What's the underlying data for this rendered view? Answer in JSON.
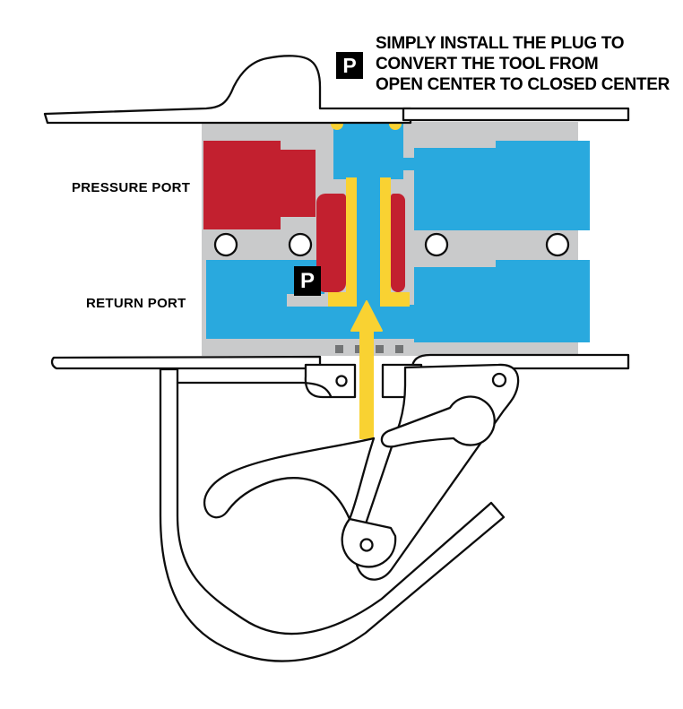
{
  "annotation": {
    "plug_symbol": "P",
    "line1": "SIMPLY INSTALL THE PLUG TO",
    "line2": "CONVERT THE TOOL FROM",
    "line3": "OPEN CENTER TO CLOSED CENTER"
  },
  "labels": {
    "pressure_port": "PRESSURE PORT",
    "return_port": "RETURN PORT"
  },
  "valve": {
    "plug_marker": "P"
  },
  "colors": {
    "pressure_red": "#C2202F",
    "return_blue": "#29A9DE",
    "plug_yellow": "#F9D232",
    "body_gray": "#C9CACB",
    "seal_gray": "#727475"
  }
}
